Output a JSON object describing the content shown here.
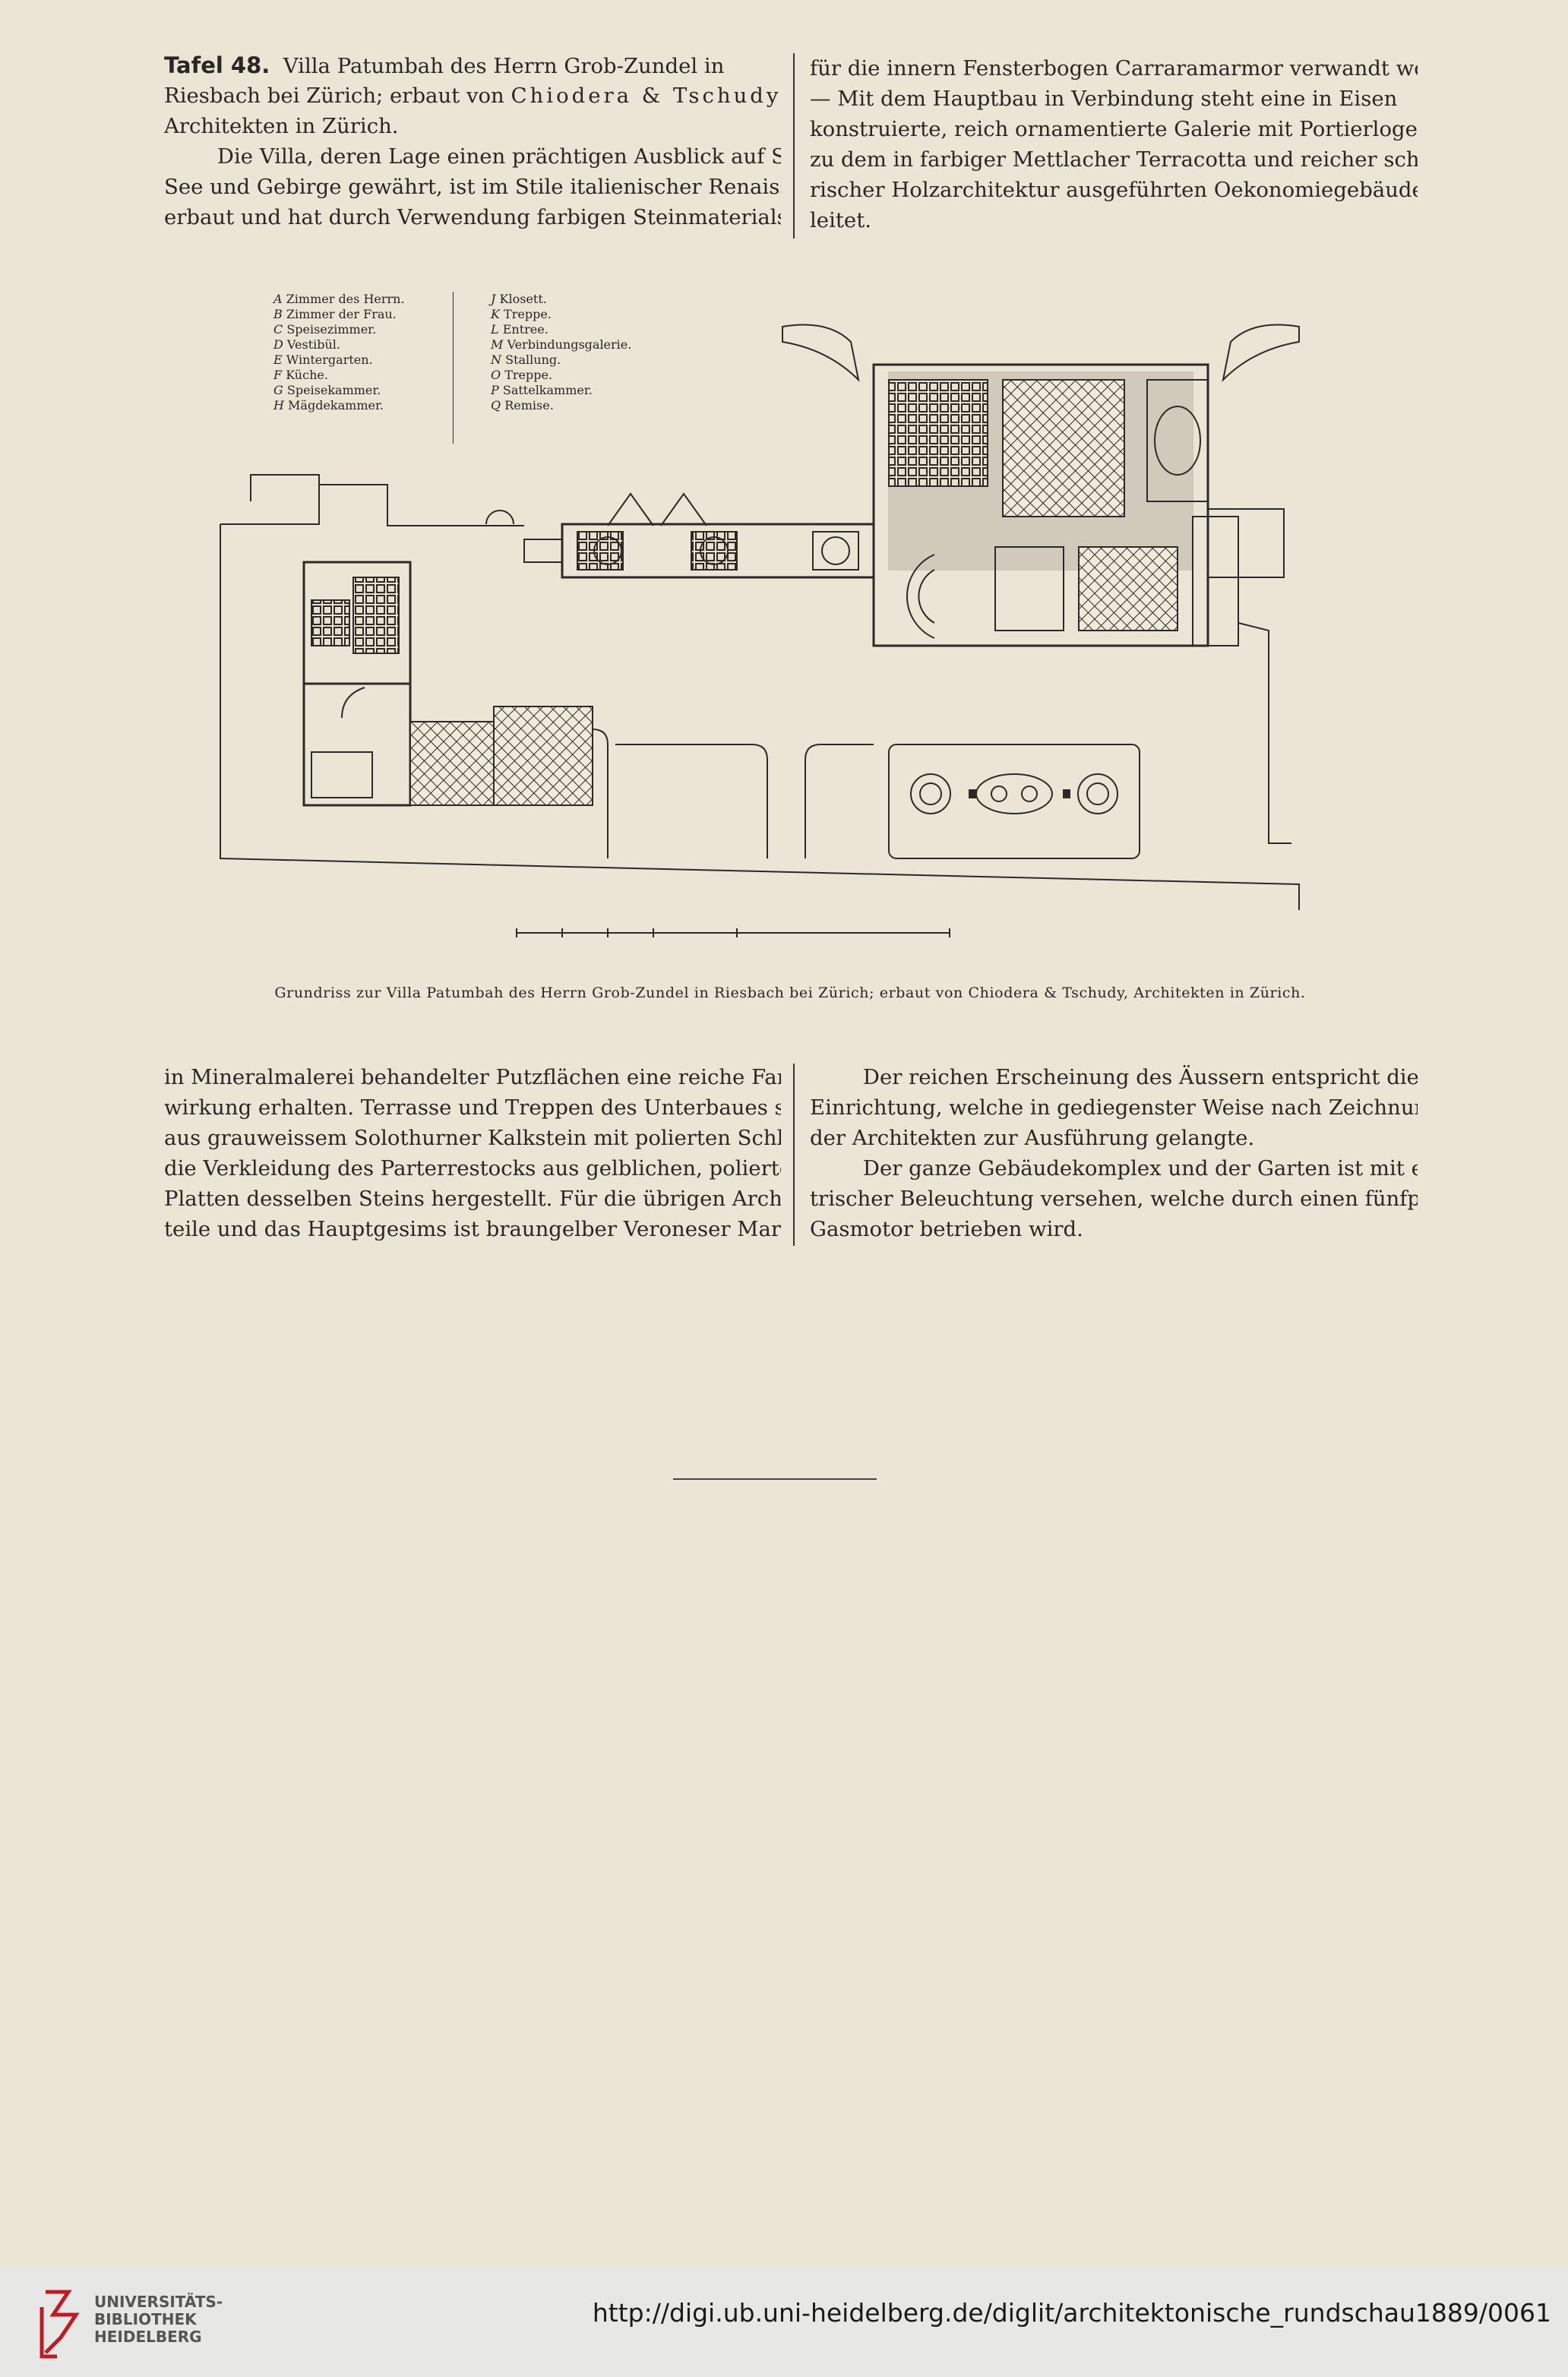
{
  "top_text": {
    "left_lines": [
      {
        "tafel": "Tafel 48.",
        "rest": "  Villa Patumbah des Herrn Grob-Zundel in"
      },
      {
        "before": "Riesbach bei Zürich; erbaut von ",
        "spaced": "Chiodera & Tschudy",
        "after": ""
      },
      {
        "plain": "Architekten in Zürich."
      },
      {
        "plain": "        Die Villa, deren Lage einen prächtigen Ausblick auf Stadt,"
      },
      {
        "plain": "See und Gebirge gewährt, ist im Stile italienischer Renaissance"
      },
      {
        "plain": "erbaut und hat durch Verwendung farbigen Steinmaterials, sowie"
      }
    ],
    "right_lines": [
      "für die innern Fensterbogen Carraramarmor verwandt worden.",
      "— Mit dem Hauptbau in Verbindung steht eine in Eisen",
      "konstruierte, reich ornamentierte Galerie mit Portierloge, welche",
      "zu dem in farbiger Mettlacher Terracotta und reicher schweize-",
      "rischer Holzarchitektur ausgeführten Oekonomiegebäude über-",
      "leitet."
    ]
  },
  "legend": {
    "left": [
      {
        "key": "A",
        "label": "Zimmer des Herrn."
      },
      {
        "key": "B",
        "label": "Zimmer der Frau."
      },
      {
        "key": "C",
        "label": "Speisezimmer."
      },
      {
        "key": "D",
        "label": "Vestibül."
      },
      {
        "key": "E",
        "label": "Wintergarten."
      },
      {
        "key": "F",
        "label": "Küche."
      },
      {
        "key": "G",
        "label": "Speisekammer."
      },
      {
        "key": "H",
        "label": "Mägdekammer."
      }
    ],
    "right": [
      {
        "key": "J",
        "label": "Klosett."
      },
      {
        "key": "K",
        "label": "Treppe."
      },
      {
        "key": "L",
        "label": "Entree."
      },
      {
        "key": "M",
        "label": "Verbindungsgalerie."
      },
      {
        "key": "N",
        "label": "Stallung."
      },
      {
        "key": "O",
        "label": "Treppe."
      },
      {
        "key": "P",
        "label": "Sattelkammer."
      },
      {
        "key": "Q",
        "label": "Remise."
      }
    ]
  },
  "caption": "Grundriss zur Villa Patumbah des Herrn Grob-Zundel in Riesbach bei Zürich; erbaut von Chiodera & Tschudy, Architekten in Zürich.",
  "bottom_text": {
    "left_lines": [
      "in Mineralmalerei behandelter Putzflächen eine reiche Farben-",
      "wirkung erhalten. Terrasse und Treppen des Unterbaues sind",
      "aus grauweissem Solothurner Kalkstein mit polierten Schlägen,",
      "die Verkleidung des Parterrestocks aus gelblichen, polierten",
      "Platten desselben Steins hergestellt. Für die übrigen Architektur-",
      "teile und das Hauptgesims ist braungelber Veroneser Marmor,"
    ],
    "right_lines": [
      "        Der reichen Erscheinung des Äussern entspricht die innere",
      "Einrichtung, welche in gediegenster Weise nach Zeichnungen",
      "der Architekten zur Ausführung gelangte.",
      "        Der ganze Gebäudekomplex und der Garten ist mit elek-",
      "trischer Beleuchtung versehen, welche durch einen fünfpferdigen",
      "Gasmotor betrieben wird."
    ]
  },
  "footer": {
    "logo_lines": [
      "UNIVERSITÄTS-",
      "BIBLIOTHEK",
      "HEIDELBERG"
    ],
    "url": "http://digi.ub.uni-heidelberg.de/diglit/architektonische_rundschau1889/0061"
  }
}
